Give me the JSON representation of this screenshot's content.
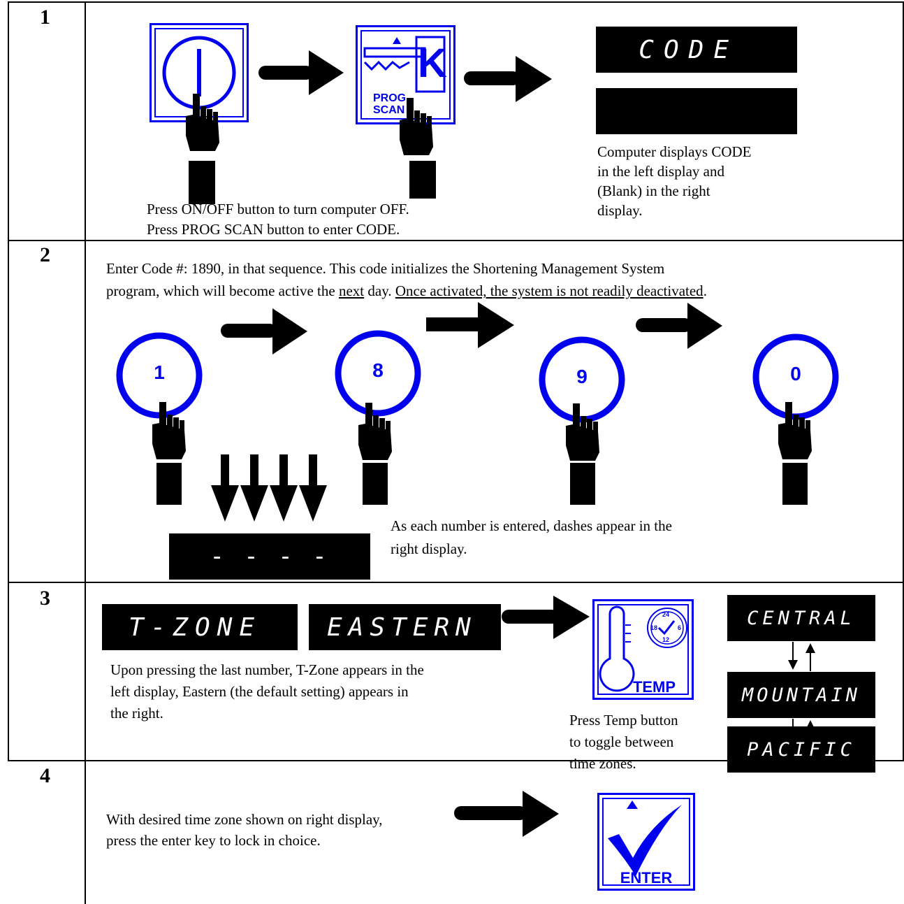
{
  "steps": [
    {
      "number": "1"
    },
    {
      "number": "2"
    },
    {
      "number": "3"
    },
    {
      "number": "4"
    }
  ],
  "step1": {
    "prog_scan_icon": {
      "line1": "PROG",
      "line2": "SCAN",
      "key_letter": "K"
    },
    "display_left": "CODE",
    "display_right": "",
    "caption_line1": "Press ON/OFF button to turn computer OFF.",
    "caption_line2": "Press PROG SCAN button to enter CODE.",
    "computer_note": [
      "Computer displays CODE",
      "in the left display and",
      "(Blank) in the right",
      "display."
    ]
  },
  "step2": {
    "instruction_line1": "Enter Code #: 1890, in that sequence.  This code initializes the Shortening Management System",
    "instruction_line2_a": "program, which will become active the ",
    "instruction_line2_next": "next",
    "instruction_line2_b": " day. ",
    "instruction_line2_underlined": "Once activated, the system is not readily deactivated",
    "instruction_line2_end": ".",
    "digits": [
      "1",
      "8",
      "9",
      "0"
    ],
    "dash_display": "- - - -",
    "dash_note": [
      "As each number is entered, dashes appear in the",
      "right display."
    ]
  },
  "step3": {
    "display_left": "T-ZONE",
    "display_right": "EASTERN",
    "zones": [
      "CENTRAL",
      "MOUNTAIN",
      "PACIFIC"
    ],
    "temp_label": "TEMP",
    "clock_numbers": [
      "24",
      "18",
      "6",
      "12"
    ],
    "upon_note": [
      "Upon pressing the last number, T-Zone appears in the",
      "left display, Eastern (the default setting) appears in",
      "the right."
    ],
    "temp_note": [
      "Press Temp button",
      "to toggle between",
      "time zones."
    ]
  },
  "step4": {
    "note": [
      "With desired time zone shown on right display,",
      "press the enter key to lock in choice."
    ],
    "enter_label": "ENTER"
  },
  "colors": {
    "icon_blue": "#0000ee",
    "display_bg": "#000000",
    "display_text": "#ffffff"
  }
}
